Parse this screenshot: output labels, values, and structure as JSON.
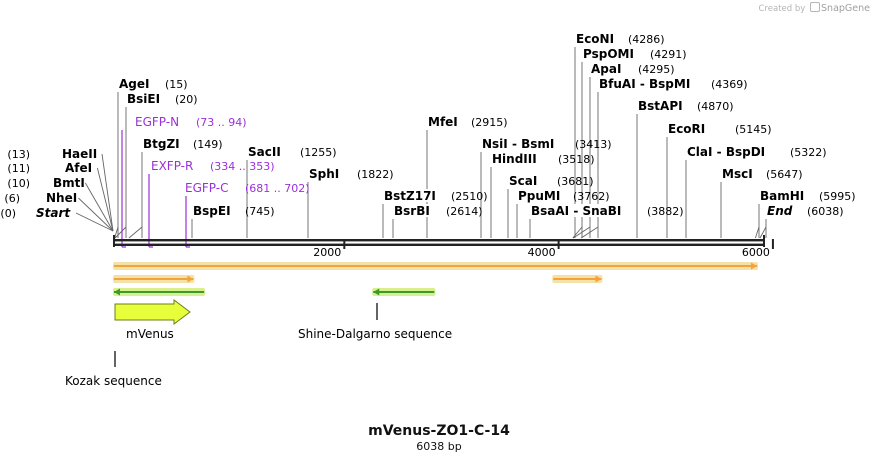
{
  "watermark": {
    "prefix": "Created by",
    "brand": "SnapGene"
  },
  "plasmid": {
    "name": "mVenus-ZO1-C-14",
    "size_label": "6038 bp",
    "length": 6038
  },
  "colors": {
    "backbone": "#222222",
    "primer": "#9b30d9",
    "site": "#000000",
    "orange_fill": "#f4a23c",
    "orange_halo": "#f3e2a8",
    "green_fill": "#3c9a2c",
    "green_halo": "#d7f08c",
    "cds_fill": "#e6ff3a",
    "cds_stroke": "#6e7d18"
  },
  "ticks": [
    {
      "pos": 2000,
      "label": "2000"
    },
    {
      "pos": 4000,
      "label": "4000"
    },
    {
      "pos": 6000,
      "label": "6000"
    }
  ],
  "left_sites": [
    {
      "name": "HaeII",
      "pos_label": "(13)",
      "pos": 13
    },
    {
      "name": "AfeI",
      "pos_label": "(11)",
      "pos": 11
    },
    {
      "name": "BmtI",
      "pos_label": "(10)",
      "pos": 10
    },
    {
      "name": "NheI",
      "pos_label": "(6)",
      "pos": 6
    },
    {
      "name": "Start",
      "pos_label": "(0)",
      "pos": 0
    }
  ],
  "sites": [
    {
      "name": "AgeI",
      "pos_label": "(15)",
      "pos": 15
    },
    {
      "name": "BsiEI",
      "pos_label": "(20)",
      "pos": 20
    },
    {
      "name": "BtgZI",
      "pos_label": "(149)",
      "pos": 149
    },
    {
      "name": "BspEI",
      "pos_label": "(745)",
      "pos": 745
    },
    {
      "name": "SacII",
      "pos_label": "(1255)",
      "pos": 1255
    },
    {
      "name": "SphI",
      "pos_label": "(1822)",
      "pos": 1822
    },
    {
      "name": "BstZ17I",
      "pos_label": "(2510)",
      "pos": 2510
    },
    {
      "name": "BsrBI",
      "pos_label": "(2614)",
      "pos": 2614
    },
    {
      "name": "MfeI",
      "pos_label": "(2915)",
      "pos": 2915
    },
    {
      "name": "NsiI - BsmI",
      "pos_label": "(3413)",
      "pos": 3413
    },
    {
      "name": "HindIII",
      "pos_label": "(3518)",
      "pos": 3518
    },
    {
      "name": "ScaI",
      "pos_label": "(3681)",
      "pos": 3681
    },
    {
      "name": "PpuMI",
      "pos_label": "(3762)",
      "pos": 3762
    },
    {
      "name": "BsaAI - SnaBI",
      "pos_label": "(3882)",
      "pos": 3882
    },
    {
      "name": "EcoNI",
      "pos_label": "(4286)",
      "pos": 4286
    },
    {
      "name": "PspOMI",
      "pos_label": "(4291)",
      "pos": 4291
    },
    {
      "name": "ApaI",
      "pos_label": "(4295)",
      "pos": 4295
    },
    {
      "name": "BfuAI - BspMI",
      "pos_label": "(4369)",
      "pos": 4369
    },
    {
      "name": "BstAPI",
      "pos_label": "(4870)",
      "pos": 4870
    },
    {
      "name": "EcoRI",
      "pos_label": "(5145)",
      "pos": 5145
    },
    {
      "name": "ClaI - BspDI",
      "pos_label": "(5322)",
      "pos": 5322
    },
    {
      "name": "MscI",
      "pos_label": "(5647)",
      "pos": 5647
    },
    {
      "name": "BamHI",
      "pos_label": "(5995)",
      "pos": 5995
    },
    {
      "name": "End",
      "pos_label": "(6038)",
      "pos": 6038
    }
  ],
  "primers": [
    {
      "name": "EGFP-N",
      "range_label": "(73 .. 94)",
      "pos": 73
    },
    {
      "name": "EXFP-R",
      "range_label": "(334 .. 353)",
      "pos": 334
    },
    {
      "name": "EGFP-C",
      "range_label": "(681 .. 702)",
      "pos": 681
    }
  ],
  "features": [
    {
      "name": "mVenus",
      "start": 0,
      "end": 720,
      "type": "cds",
      "direction": "forward"
    },
    {
      "name": "Kozak sequence",
      "start": 0,
      "end": 10,
      "type": "site"
    },
    {
      "name": "Shine-Dalgarno sequence",
      "start": 2450,
      "end": 2465,
      "type": "site"
    }
  ],
  "arrows": [
    {
      "start": 0,
      "end": 6038,
      "direction": "forward",
      "color": "orange",
      "lane": 0
    },
    {
      "start": 0,
      "end": 750,
      "direction": "forward",
      "color": "orange",
      "lane": 1
    },
    {
      "start": 3950,
      "end": 4400,
      "direction": "forward",
      "color": "orange",
      "lane": 1
    },
    {
      "start": 0,
      "end": 850,
      "direction": "reverse",
      "color": "green",
      "lane": 2
    },
    {
      "start": 2270,
      "end": 2840,
      "direction": "reverse",
      "color": "green",
      "lane": 2
    }
  ]
}
